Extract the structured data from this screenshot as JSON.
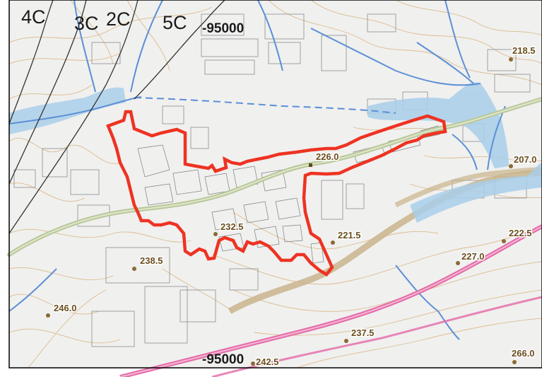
{
  "zone_labels": [
    "4C",
    "3C",
    "2C",
    "5C"
  ],
  "grid_labels": {
    "top": "-95000",
    "bottom": "-95000"
  },
  "elevation_points": [
    {
      "label": "218.5"
    },
    {
      "label": "207.0"
    },
    {
      "label": "226.0"
    },
    {
      "label": "232.5"
    },
    {
      "label": "221.5"
    },
    {
      "label": "222.5"
    },
    {
      "label": "227.0"
    },
    {
      "label": "238.5"
    },
    {
      "label": "246.0"
    },
    {
      "label": "237.5"
    },
    {
      "label": "242.5"
    },
    {
      "label": "266.0"
    }
  ],
  "colors": {
    "map_background": "#f0f0ef",
    "frame": "#000000",
    "highlight_outline": "#ee3322",
    "river_area": "#a9cfea",
    "stream": "#5b8fd6",
    "contour": "#d9b27a",
    "main_road": "#b9c79a",
    "railway": "#e46aa7",
    "riverbed_road": "#c9b48c",
    "building_outline": "#8c8c8c"
  }
}
